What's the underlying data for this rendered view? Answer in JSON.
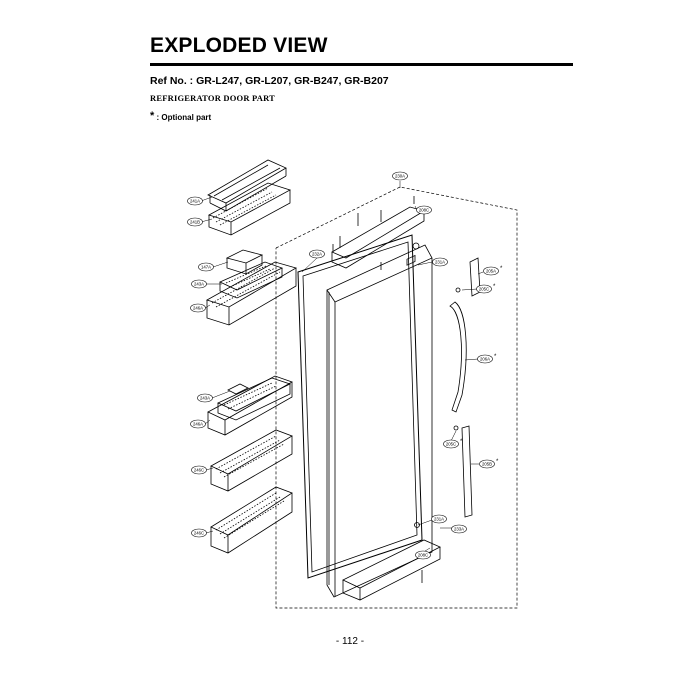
{
  "header": {
    "title": "EXPLODED VIEW",
    "ref_no": "Ref No. : GR-L247, GR-L207, GR-B247, GR-B207",
    "subtitle": "REFRIGERATOR DOOR PART",
    "optional_star": "*",
    "optional_label": ": Optional part"
  },
  "callouts": {
    "c241a": "241A",
    "c241b": "241B",
    "c147a": "147A",
    "c243a_top": "243A",
    "c246a_top": "246A",
    "c243a_mid": "243A",
    "c246a_mid": "246A",
    "c246c_upper": "246C",
    "c246c_lower": "246C",
    "c230a": "230A",
    "c208c_top": "208C",
    "c232a": "232A",
    "c231a_top": "231A",
    "c205a": "205A",
    "c205c_top": "205C",
    "c206a": "206A",
    "c205c_bottom": "205C",
    "c205b": "205B",
    "c231a_bottom": "231A",
    "c233a": "233A",
    "c208c_bottom": "208C"
  },
  "page_number": "- 112 -"
}
